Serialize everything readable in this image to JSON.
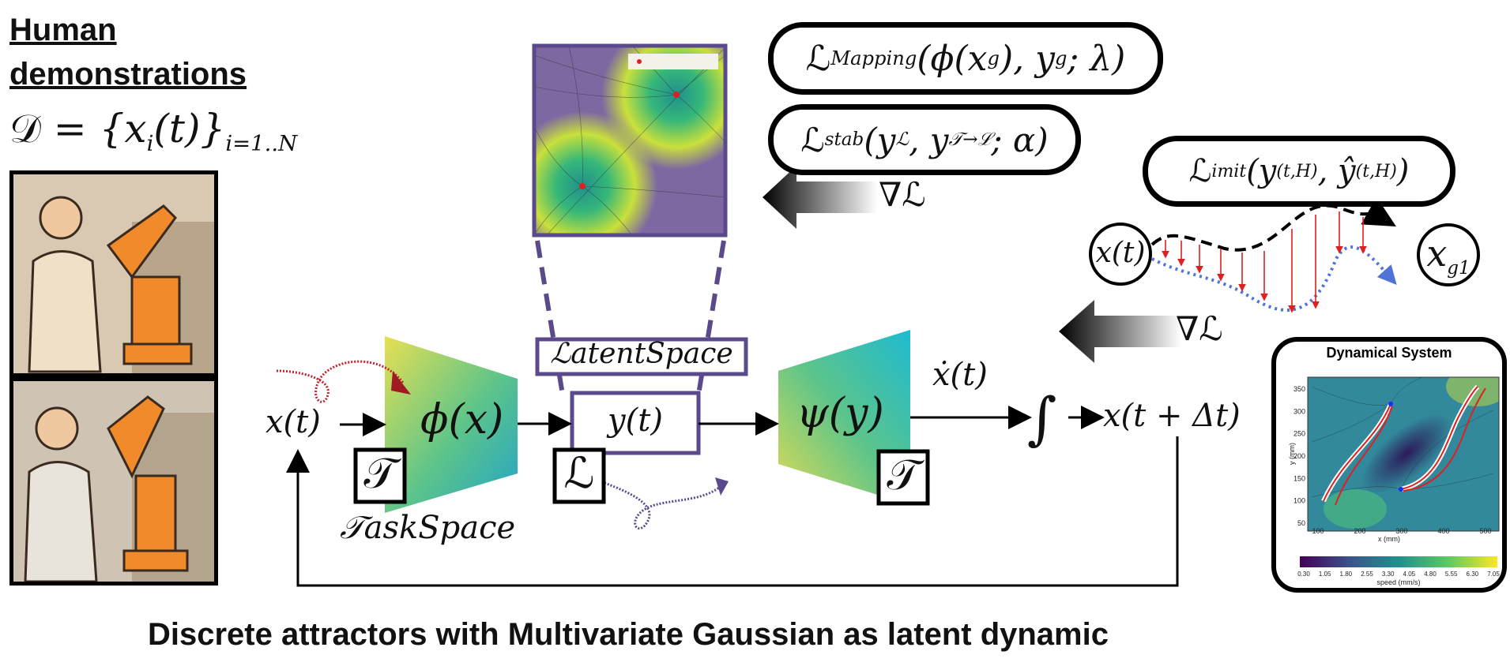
{
  "heading": {
    "line1": "Human ",
    "line2": "demonstrations"
  },
  "dataset": {
    "calD": "𝒟",
    "body": " = {x",
    "i": "i",
    "t": "(t)}",
    "range": "i=1..N"
  },
  "loss_mapping": {
    "L": "ℒ",
    "sub": "Mapping",
    "args": "(ϕ(x",
    "g": "g",
    "rest": "), y",
    "g2": "g",
    "end": "; λ)"
  },
  "loss_stab": {
    "L": "ℒ",
    "sub": "stab",
    "a": "(y",
    "supL": "ℒ",
    "b": ", y",
    "supTL": "𝒯→ℒ",
    "c": "; α)"
  },
  "loss_imit": {
    "L": "ℒ",
    "sub": "imit",
    "a": "(y",
    "s1": "(t,H)",
    "b": ", ŷ",
    "s2": "(t,H)",
    "c": ")"
  },
  "grad_label": "∇ℒ",
  "grad_label2": "∇ℒ",
  "latent_space_label": "ℒatentSpace",
  "task_space_label": "𝒯askSpace",
  "encoder": "ϕ(x)",
  "decoder": "ψ(y)",
  "latent": "y(t)",
  "input": "x(t)",
  "xdot": "ẋ(t)",
  "integral": "∫",
  "output": "x(t + Δt)",
  "T_box": "𝒯",
  "L_box": "ℒ",
  "T_box2": "𝒯",
  "traj_start": "x(t)",
  "traj_goal": "x",
  "traj_goal_sub": "g1",
  "ds": {
    "title": "Dynamical System",
    "xlabel": "x (mm)",
    "ylabel": "y (mm)",
    "xticks": [
      "100",
      "200",
      "300",
      "400",
      "500"
    ],
    "yticks": [
      "50",
      "100",
      "150",
      "200",
      "250",
      "300",
      "350"
    ],
    "cbar_ticks": [
      "0.30",
      "1.05",
      "1.80",
      "2.55",
      "3.30",
      "4.05",
      "4.80",
      "5.55",
      "6.30",
      "7.05"
    ],
    "cbar_label": "speed (mm/s)"
  },
  "caption": "Discrete attractors with Multivariate Gaussian as latent dynamic",
  "colors": {
    "purple": "#5b4a8b",
    "viridis_teal": "#21a4b8",
    "viridis_yellow": "#e7e052",
    "red": "#e02020",
    "blue_dotted": "#4f73d6"
  }
}
